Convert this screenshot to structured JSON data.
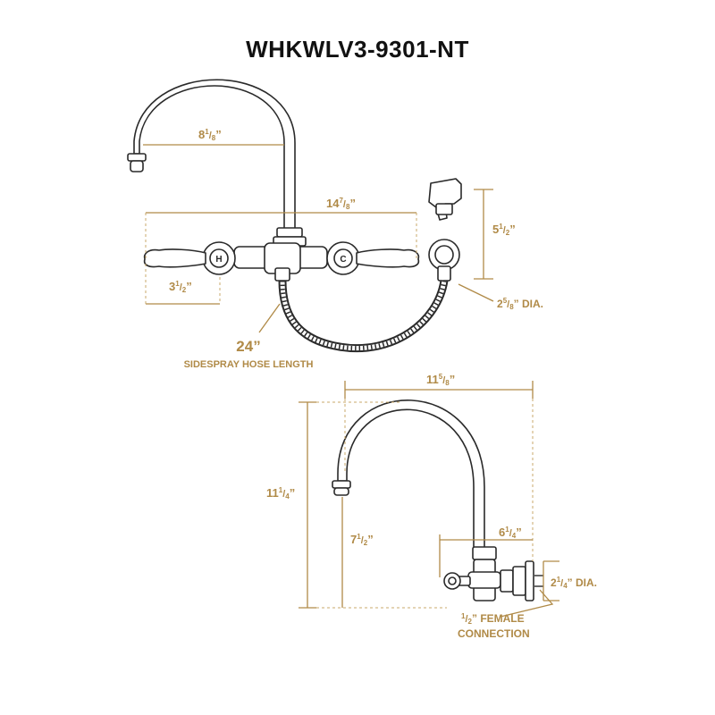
{
  "title": "WHKWLV3-9301-NT",
  "dimensions": {
    "spout_reach_top": {
      "whole": "8",
      "num": "1",
      "den": "8"
    },
    "overall_width": {
      "whole": "14",
      "num": "7",
      "den": "8"
    },
    "sprayer_height": {
      "whole": "5",
      "num": "1",
      "den": "2"
    },
    "handle_offset": {
      "whole": "3",
      "num": "1",
      "den": "2"
    },
    "sprayer_dia": {
      "whole": "2",
      "num": "5",
      "den": "8",
      "suffix": "DIA."
    },
    "hose_length": "24”",
    "hose_label": "SIDESPRAY HOSE LENGTH",
    "spout_reach_side": {
      "whole": "11",
      "num": "5",
      "den": "8"
    },
    "overall_height": {
      "whole": "11",
      "num": "1",
      "den": "4"
    },
    "spout_height": {
      "whole": "7",
      "num": "1",
      "den": "2"
    },
    "wall_to_spout": {
      "whole": "6",
      "num": "1",
      "den": "4"
    },
    "flange_dia": {
      "whole": "2",
      "num": "1",
      "den": "4",
      "suffix": "DIA."
    },
    "connection_num": "1",
    "connection_den": "2",
    "connection_line1": "FEMALE",
    "connection_line2": "CONNECTION"
  },
  "handle_markers": {
    "hot": "H",
    "cold": "C"
  },
  "colors": {
    "dimension": "#b08a47",
    "outline": "#2a2a2a",
    "background": "#ffffff"
  }
}
